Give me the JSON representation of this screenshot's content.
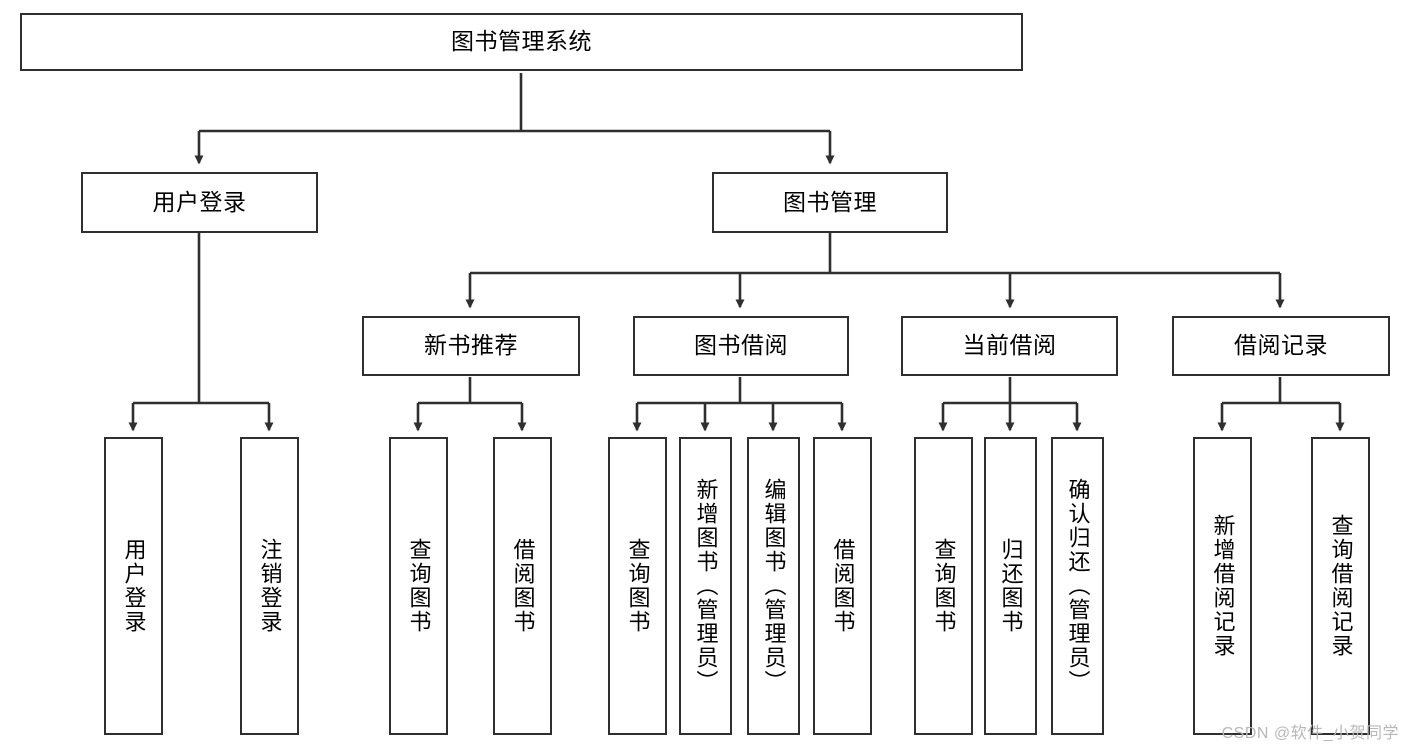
{
  "diagram": {
    "type": "tree",
    "title": "图书管理系统",
    "style": {
      "box_border_color": "#2f2f2f",
      "box_fill_color": "#ffffff",
      "edge_color": "#2f2f2f",
      "text_color": "#000000",
      "background": "#ffffff"
    },
    "nodes": {
      "root": {
        "label": "图书管理系统"
      },
      "user_login": {
        "label": "用户登录"
      },
      "book_manage": {
        "label": "图书管理"
      },
      "new_book_rec": {
        "label": "新书推荐"
      },
      "book_borrow": {
        "label": "图书借阅"
      },
      "current_borrow": {
        "label": "当前借阅"
      },
      "borrow_record": {
        "label": "借阅记录"
      },
      "leaf_user_login": {
        "label": "用户登录"
      },
      "leaf_logout": {
        "label": "注销登录"
      },
      "leaf_query_book_1": {
        "label": "查询图书"
      },
      "leaf_borrow_book_1": {
        "label": "借阅图书"
      },
      "leaf_query_book_2": {
        "label": "查询图书"
      },
      "leaf_add_book": {
        "label": "新增图书（管理员）"
      },
      "leaf_edit_book": {
        "label": "编辑图书（管理员）"
      },
      "leaf_borrow_book_2": {
        "label": "借阅图书"
      },
      "leaf_query_book_3": {
        "label": "查询图书"
      },
      "leaf_return_book": {
        "label": "归还图书"
      },
      "leaf_confirm_return": {
        "label": "确认归还（管理员）"
      },
      "leaf_add_record": {
        "label": "新增借阅记录"
      },
      "leaf_query_record": {
        "label": "查询借阅记录"
      }
    },
    "edges": [
      {
        "from": "root",
        "to": "user_login"
      },
      {
        "from": "root",
        "to": "book_manage"
      },
      {
        "from": "book_manage",
        "to": "new_book_rec"
      },
      {
        "from": "book_manage",
        "to": "book_borrow"
      },
      {
        "from": "book_manage",
        "to": "current_borrow"
      },
      {
        "from": "book_manage",
        "to": "borrow_record"
      },
      {
        "from": "user_login",
        "to": "leaf_user_login"
      },
      {
        "from": "user_login",
        "to": "leaf_logout"
      },
      {
        "from": "new_book_rec",
        "to": "leaf_query_book_1"
      },
      {
        "from": "new_book_rec",
        "to": "leaf_borrow_book_1"
      },
      {
        "from": "book_borrow",
        "to": "leaf_query_book_2"
      },
      {
        "from": "book_borrow",
        "to": "leaf_add_book"
      },
      {
        "from": "book_borrow",
        "to": "leaf_edit_book"
      },
      {
        "from": "book_borrow",
        "to": "leaf_borrow_book_2"
      },
      {
        "from": "current_borrow",
        "to": "leaf_query_book_3"
      },
      {
        "from": "current_borrow",
        "to": "leaf_return_book"
      },
      {
        "from": "current_borrow",
        "to": "leaf_confirm_return"
      },
      {
        "from": "borrow_record",
        "to": "leaf_add_record"
      },
      {
        "from": "borrow_record",
        "to": "leaf_query_record"
      }
    ]
  },
  "watermark": {
    "text": "CSDN @软件_小贺同学"
  }
}
